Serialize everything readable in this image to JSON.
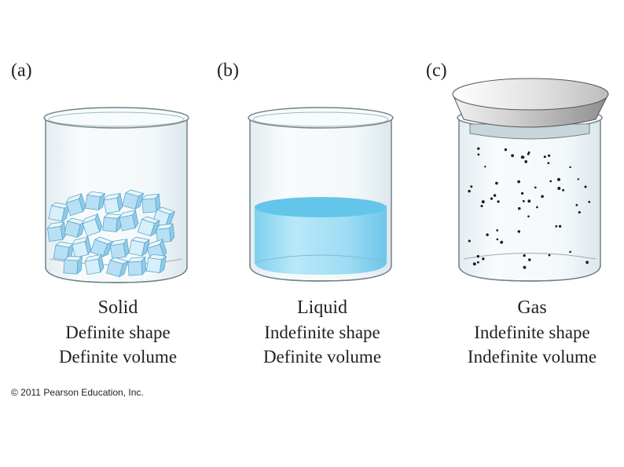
{
  "panels": [
    {
      "letter": "(a)",
      "state": "Solid",
      "shape": "Definite shape",
      "volume": "Definite volume"
    },
    {
      "letter": "(b)",
      "state": "Liquid",
      "shape": "Indefinite shape",
      "volume": "Definite volume"
    },
    {
      "letter": "(c)",
      "state": "Gas",
      "shape": "Indefinite shape",
      "volume": "Indefinite volume"
    }
  ],
  "credit": "© 2011 Pearson Education, Inc.",
  "colors": {
    "glass_stroke": "#6f7f86",
    "glass_fill": "#eef5f8",
    "ice": "#bfe3f5",
    "ice_edge": "#6aaed0",
    "liquid": "#8dd6f0",
    "liquid_top": "#5ec3ea",
    "lid": "#b0b0b0",
    "gas_dot": "#1a1a1a"
  }
}
